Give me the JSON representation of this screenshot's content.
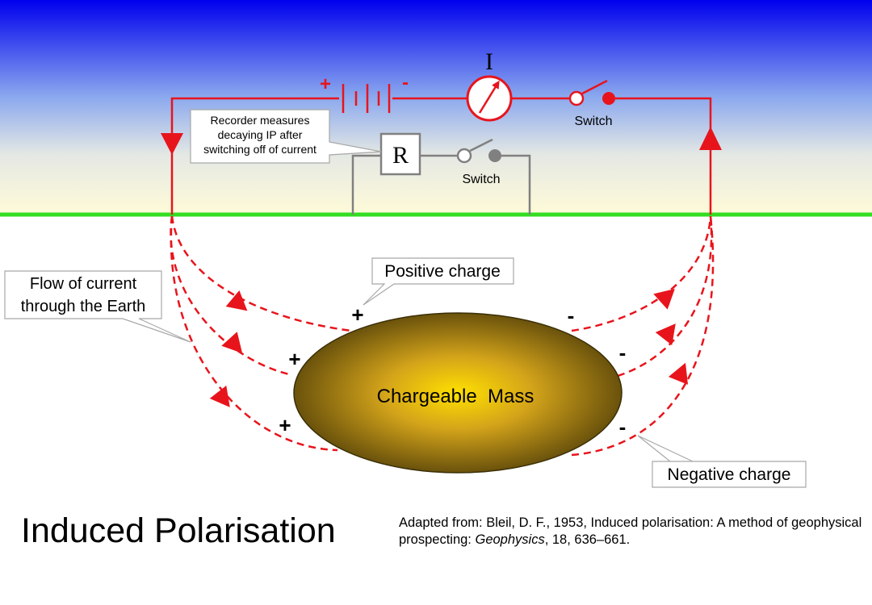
{
  "labels": {
    "current_symbol": "I",
    "battery_plus": "+",
    "battery_minus": "-",
    "switch_top": "Switch",
    "recorder_symbol": "R",
    "switch_recorder": "Switch",
    "recorder_note": [
      "Recorder measures",
      "decaying IP after",
      "switching off of current"
    ],
    "positive_charge": "Positive charge",
    "flow_note": [
      "Flow of current",
      "through the Earth"
    ],
    "mass": "Chargeable  Mass",
    "negative_charge": "Negative charge",
    "plus_signs": [
      "+",
      "+",
      "+"
    ],
    "minus_signs": [
      "-",
      "-",
      "-"
    ]
  },
  "title": "Induced Polarisation",
  "citation": {
    "prefix": "Adapted from: Bleil, D. F., 1953, Induced polarisation: A method of geophysical prospecting: ",
    "journal": "Geophysics",
    "suffix": ", 18, 636–661."
  },
  "colors": {
    "circuit": "#e8141c",
    "ground_line": "#33dd22",
    "recorder_wire": "#808080",
    "sky_top": "#0000ee",
    "sky_bottom": "#fffbd8",
    "mass_center": "#ffe000",
    "mass_edge": "#5a4608"
  }
}
